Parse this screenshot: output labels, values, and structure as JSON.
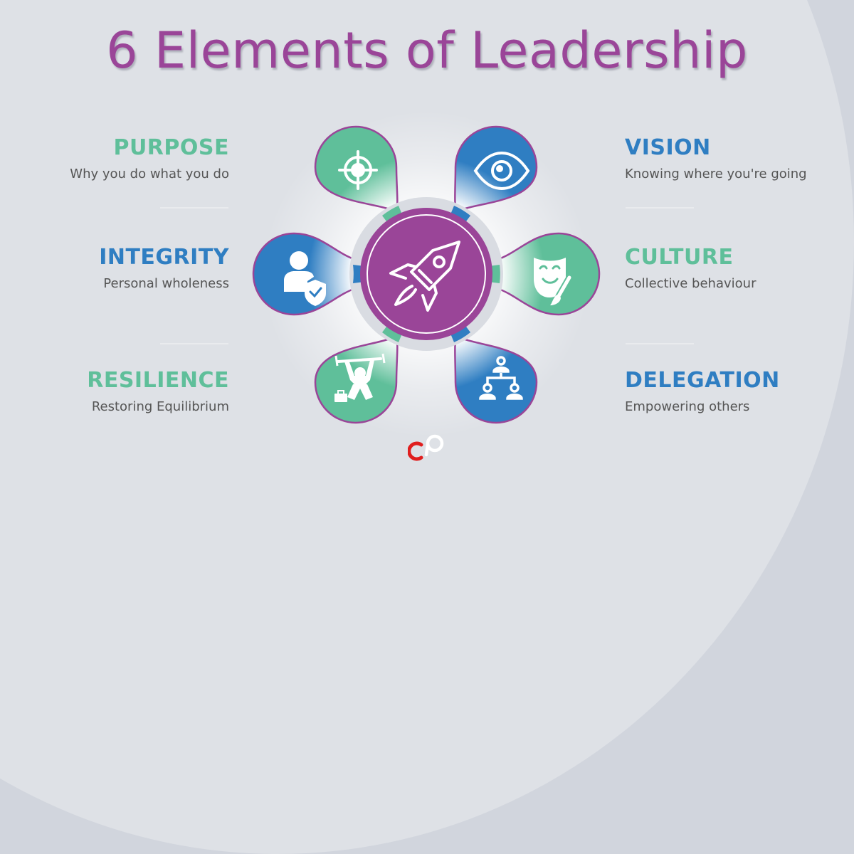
{
  "title": "6 Elements of Leadership",
  "colors": {
    "purple": "#9a4598",
    "green": "#5fbf9a",
    "blue": "#2f7ec2",
    "text_gray": "#555555",
    "background": "#dfe2e7"
  },
  "center": {
    "icon": "rocket-icon"
  },
  "elements": [
    {
      "id": "purpose",
      "label": "PURPOSE",
      "description": "Why you do what you do",
      "color": "#5fbf9a",
      "icon": "target-crosshair-icon",
      "side": "left"
    },
    {
      "id": "integrity",
      "label": "INTEGRITY",
      "description": "Personal wholeness",
      "color": "#2f7ec2",
      "icon": "user-shield-icon",
      "side": "left"
    },
    {
      "id": "resilience",
      "label": "RESILIENCE",
      "description": "Restoring Equilibrium",
      "color": "#5fbf9a",
      "icon": "weightlifter-icon",
      "side": "left"
    },
    {
      "id": "vision",
      "label": "VISION",
      "description": "Knowing where you're going",
      "color": "#2f7ec2",
      "icon": "eye-icon",
      "side": "right"
    },
    {
      "id": "culture",
      "label": "CULTURE",
      "description": "Collective behaviour",
      "color": "#5fbf9a",
      "icon": "theater-mask-brush-icon",
      "side": "right"
    },
    {
      "id": "delegation",
      "label": "DELEGATION",
      "description": "Empowering others",
      "color": "#2f7ec2",
      "icon": "org-chart-icon",
      "side": "right"
    }
  ],
  "footer": {
    "logo": "brand-logo-icon"
  }
}
